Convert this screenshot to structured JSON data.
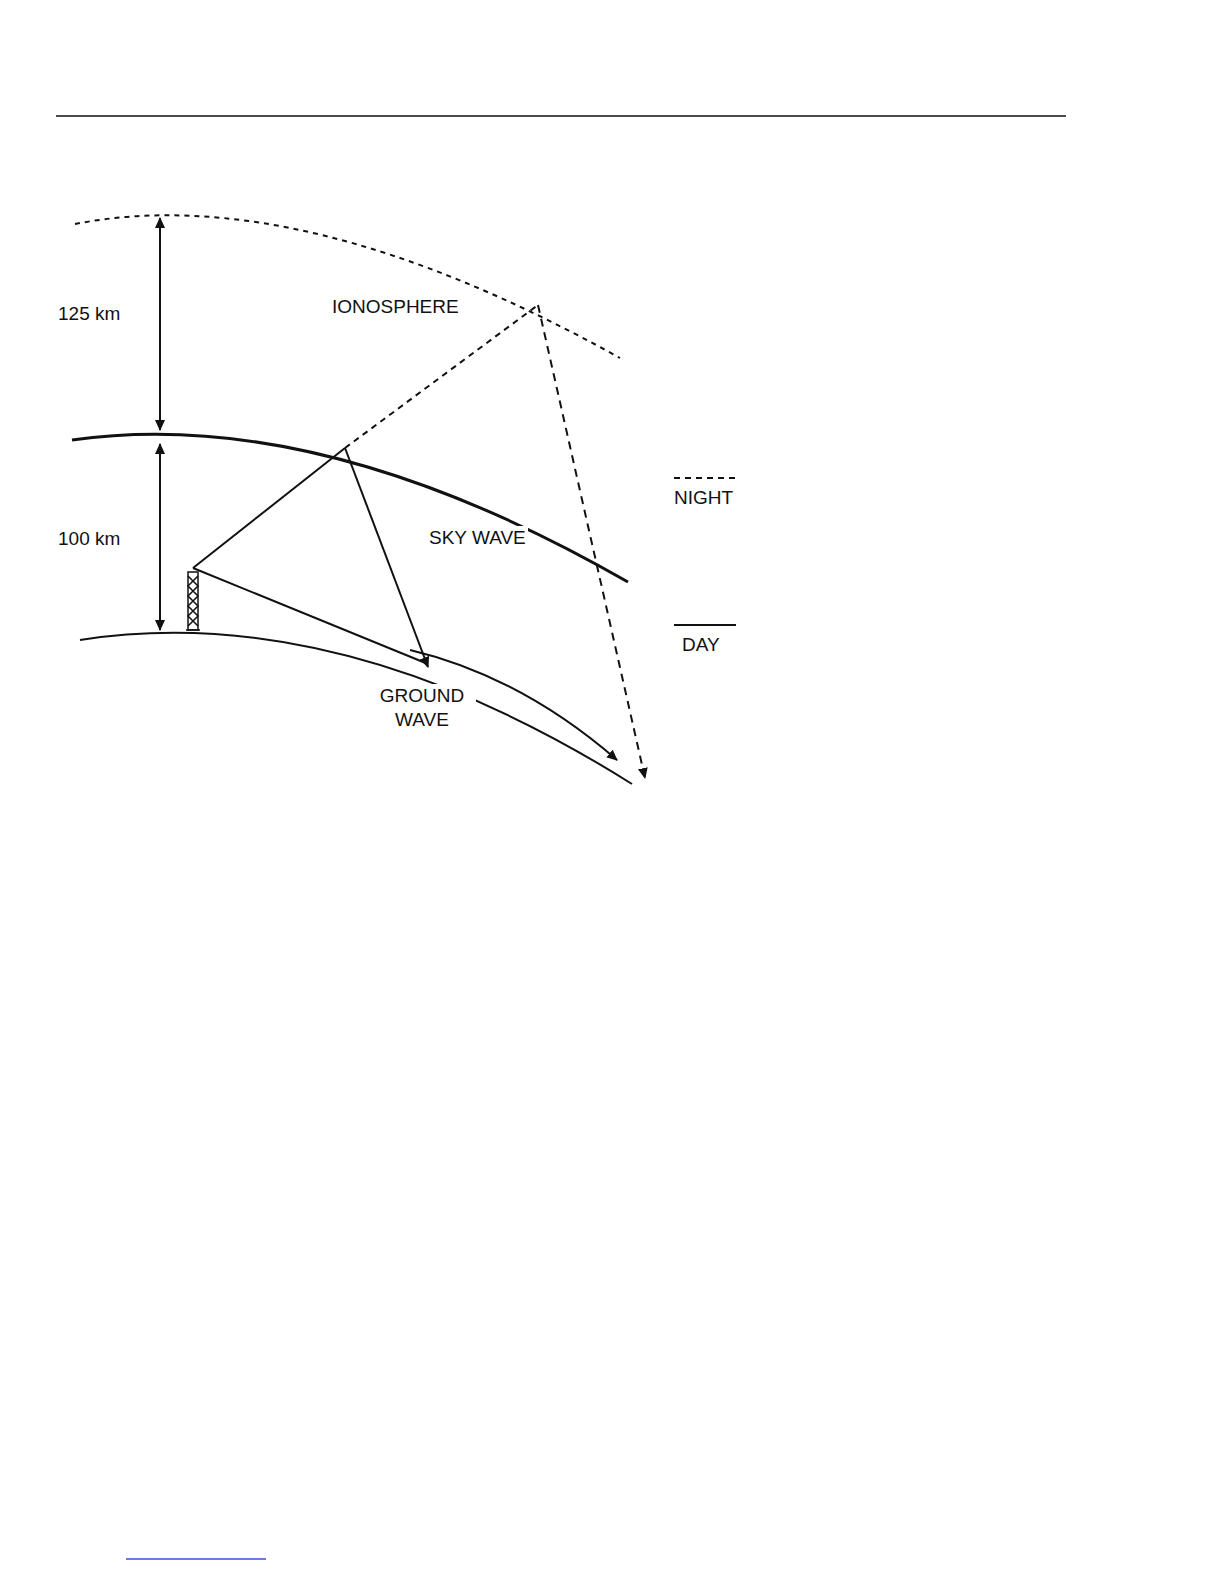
{
  "diagram": {
    "labels": [
      "125 km",
      "IONOSPHERE",
      "100 km",
      "SKY WAVE",
      "GROUND WAVE"
    ],
    "legend": [
      {
        "text": "NIGHT"
      },
      {
        "text": "DAY"
      }
    ]
  }
}
